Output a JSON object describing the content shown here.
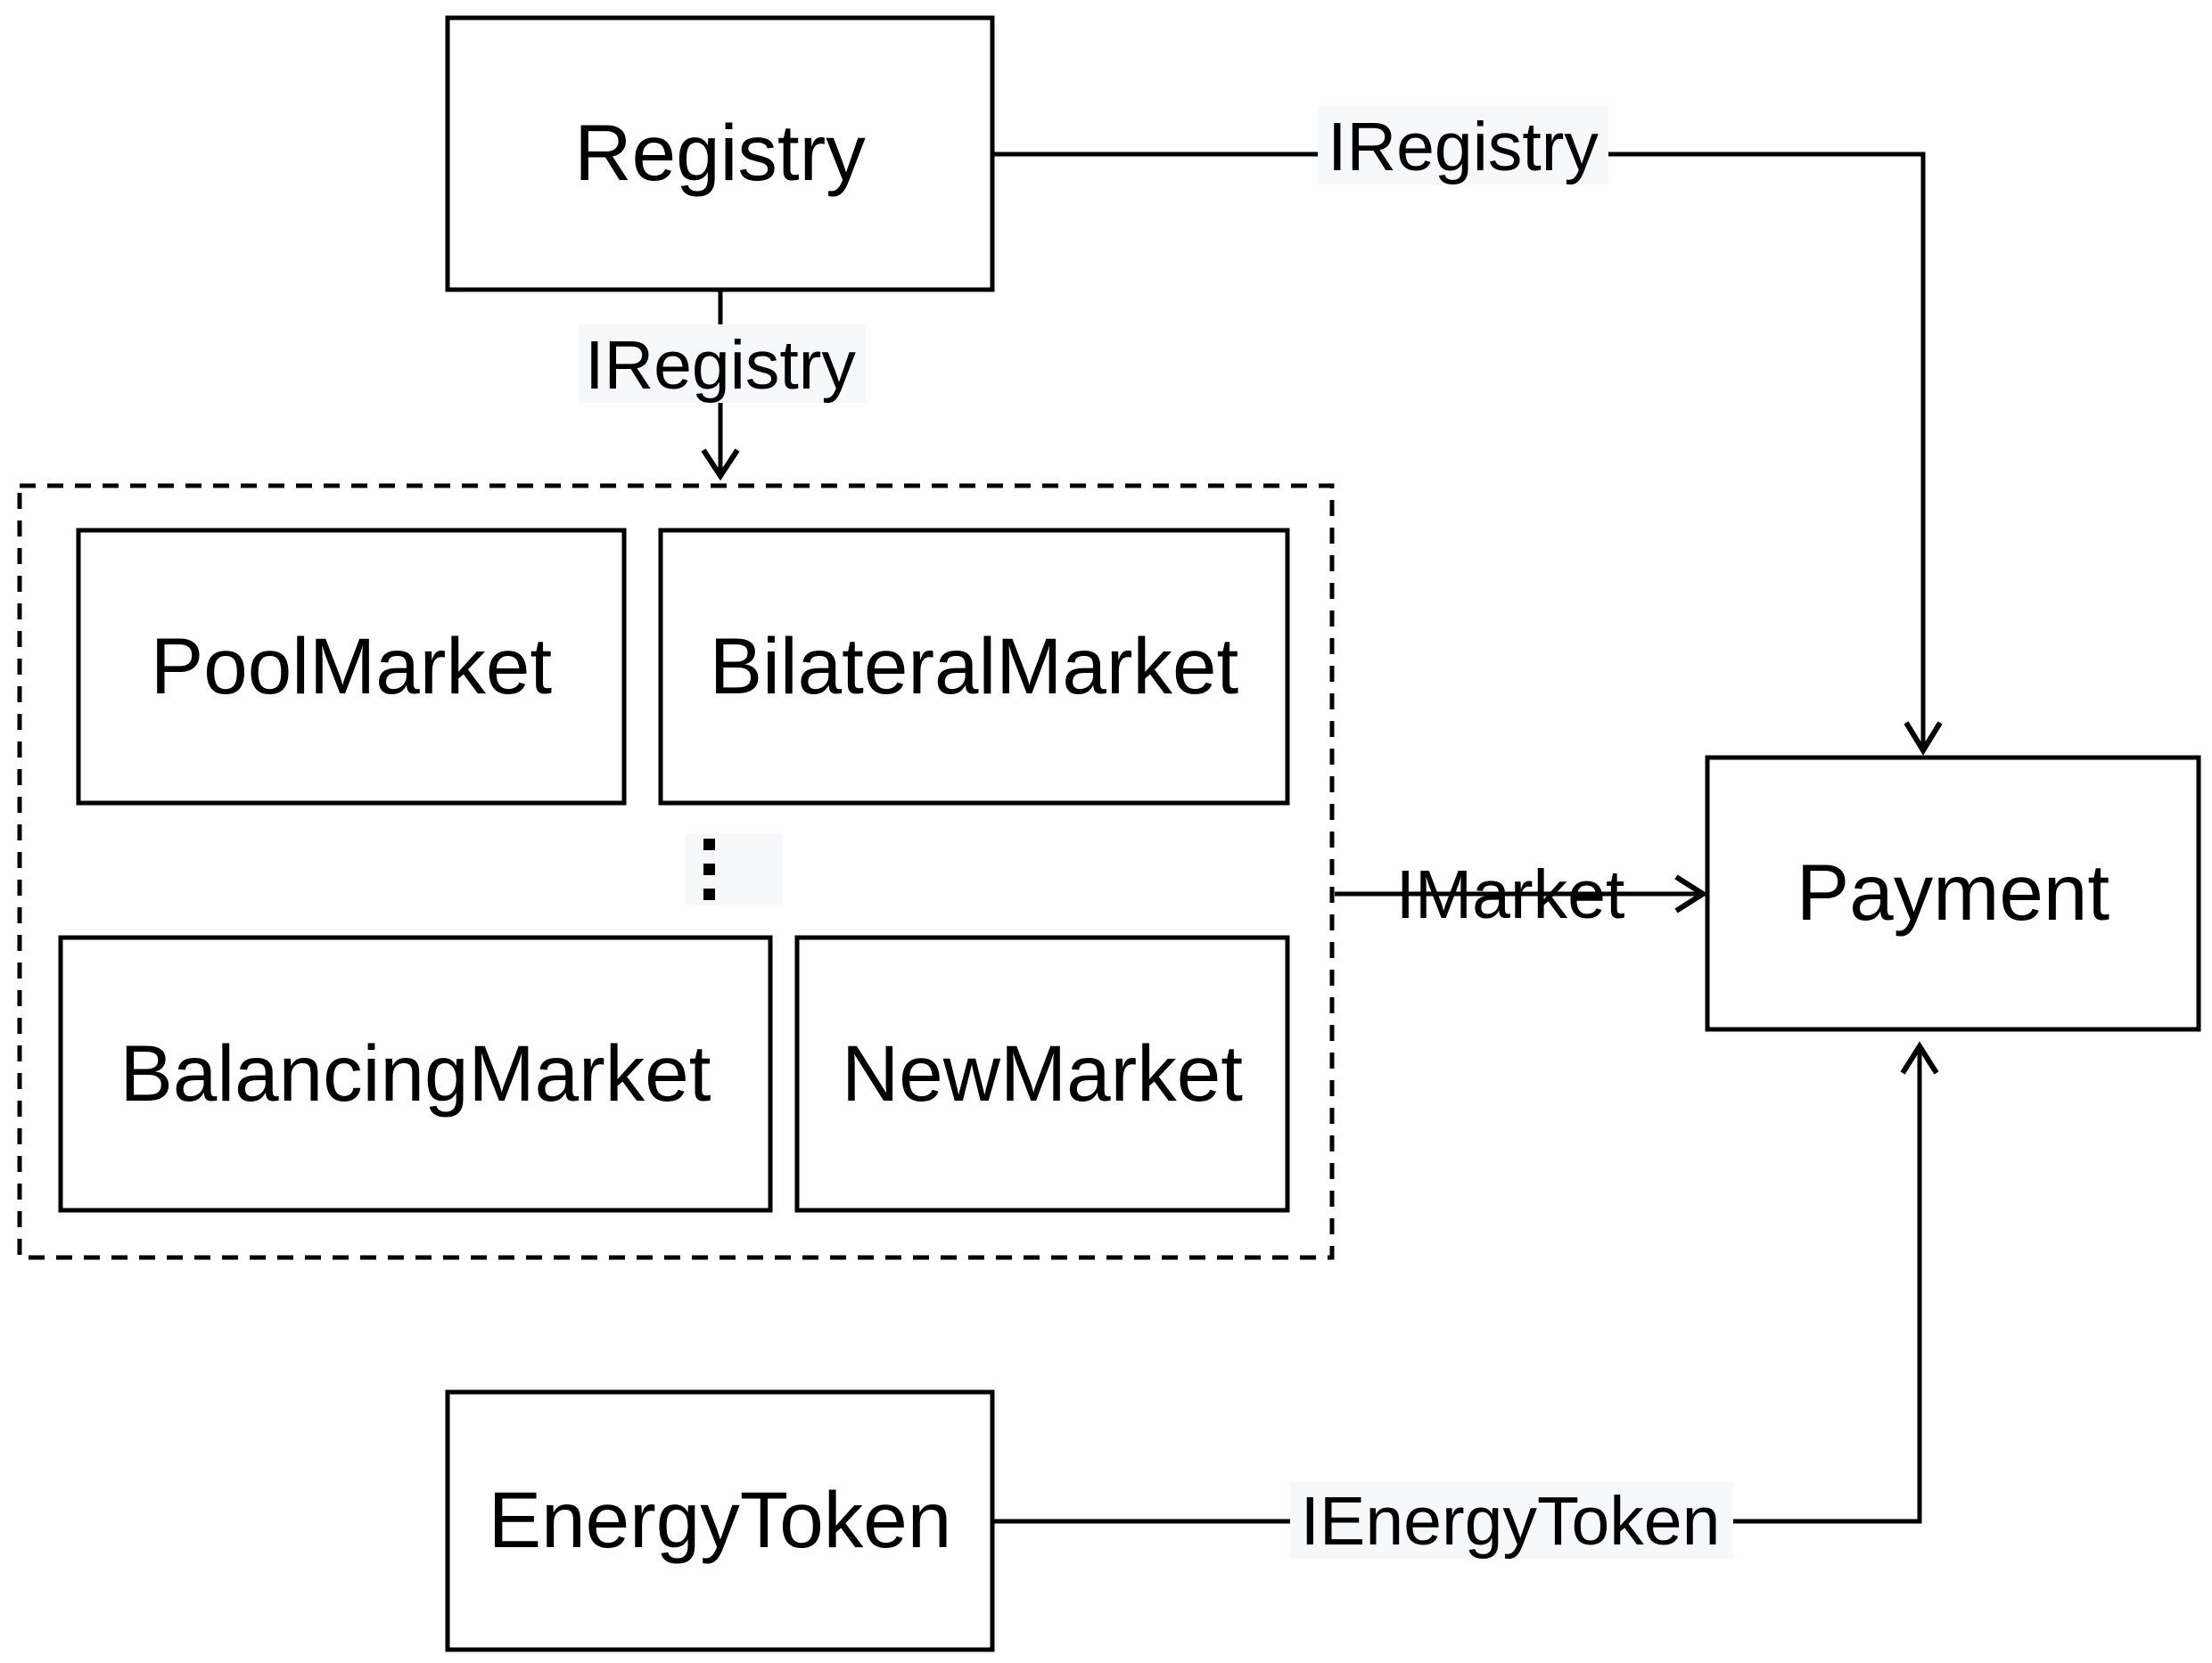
{
  "nodes": {
    "registry": "Registry",
    "pool_market": "PoolMarket",
    "bilateral_market": "BilateralMarket",
    "balancing_market": "BalancingMarket",
    "new_market": "NewMarket",
    "payment": "Payment",
    "energy_token": "EnergyToken"
  },
  "group": {
    "ellipsis": "vertical-ellipsis-icon"
  },
  "edges": {
    "registry_to_markets": "IRegistry",
    "registry_to_payment": "IRegistry",
    "markets_to_payment": "IMarket",
    "energy_token_to_payment": "IEnergyToken"
  },
  "colors": {
    "stroke": "#000000",
    "label_background": "#f7f8fa"
  }
}
